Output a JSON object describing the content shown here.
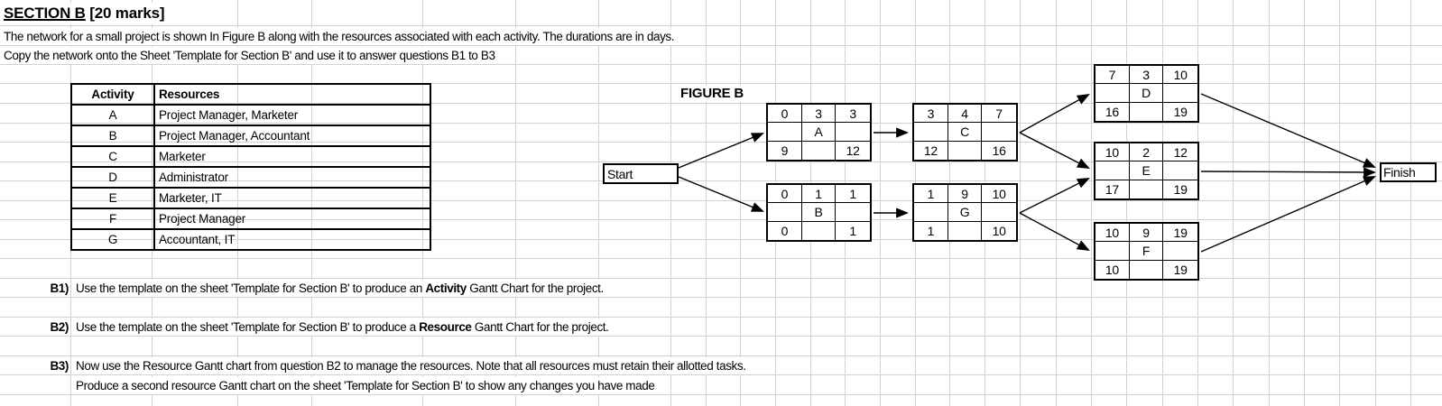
{
  "header": {
    "title_main": "SECTION B",
    "title_suffix": " [20 marks]",
    "line1": "The network for a small project is shown In Figure B along with the resources associated with each activity. The durations are in days.",
    "line2": "Copy the network onto the Sheet 'Template for Section B' and use it to answer questions B1 to B3"
  },
  "resource_table": {
    "headers": [
      "Activity",
      "Resources"
    ],
    "rows": [
      {
        "activity": "A",
        "resources": "Project Manager, Marketer"
      },
      {
        "activity": "B",
        "resources": "Project Manager, Accountant"
      },
      {
        "activity": "C",
        "resources": "Marketer"
      },
      {
        "activity": "D",
        "resources": "Administrator"
      },
      {
        "activity": "E",
        "resources": "Marketer, IT"
      },
      {
        "activity": "F",
        "resources": "Project Manager"
      },
      {
        "activity": "G",
        "resources": "Accountant, IT"
      }
    ]
  },
  "figure": {
    "label": "FIGURE B",
    "start_label": "Start",
    "finish_label": "Finish",
    "nodes": [
      {
        "id": "A",
        "cells": [
          [
            "0",
            "3",
            "3"
          ],
          [
            "",
            "A",
            ""
          ],
          [
            "9",
            "",
            "12"
          ]
        ]
      },
      {
        "id": "B",
        "cells": [
          [
            "0",
            "1",
            "1"
          ],
          [
            "",
            "B",
            ""
          ],
          [
            "0",
            "",
            "1"
          ]
        ]
      },
      {
        "id": "C",
        "cells": [
          [
            "3",
            "4",
            "7"
          ],
          [
            "",
            "C",
            ""
          ],
          [
            "12",
            "",
            "16"
          ]
        ]
      },
      {
        "id": "G",
        "cells": [
          [
            "1",
            "9",
            "10"
          ],
          [
            "",
            "G",
            ""
          ],
          [
            "1",
            "",
            "10"
          ]
        ]
      },
      {
        "id": "D",
        "cells": [
          [
            "7",
            "3",
            "10"
          ],
          [
            "",
            "D",
            ""
          ],
          [
            "16",
            "",
            "19"
          ]
        ]
      },
      {
        "id": "E",
        "cells": [
          [
            "10",
            "2",
            "12"
          ],
          [
            "",
            "E",
            ""
          ],
          [
            "17",
            "",
            "19"
          ]
        ]
      },
      {
        "id": "F",
        "cells": [
          [
            "10",
            "9",
            "19"
          ],
          [
            "",
            "F",
            ""
          ],
          [
            "10",
            "",
            "19"
          ]
        ]
      }
    ],
    "edges": [
      {
        "from": "Start",
        "to": "A"
      },
      {
        "from": "Start",
        "to": "B"
      },
      {
        "from": "A",
        "to": "C"
      },
      {
        "from": "B",
        "to": "G"
      },
      {
        "from": "C",
        "to": "D"
      },
      {
        "from": "C",
        "to": "E"
      },
      {
        "from": "G",
        "to": "E"
      },
      {
        "from": "G",
        "to": "F"
      },
      {
        "from": "D",
        "to": "Finish"
      },
      {
        "from": "E",
        "to": "Finish"
      },
      {
        "from": "F",
        "to": "Finish"
      }
    ]
  },
  "questions": [
    {
      "label": "B1)",
      "segments": [
        {
          "text": "Use the template on the sheet 'Template for Section B' to produce an "
        },
        {
          "text": "Activity",
          "bold": true
        },
        {
          "text": " Gantt Chart for the project."
        }
      ]
    },
    {
      "label": "B2)",
      "segments": [
        {
          "text": "Use the template on the sheet 'Template for Section B' to produce a "
        },
        {
          "text": "Resource",
          "bold": true
        },
        {
          "text": " Gantt Chart for the project."
        }
      ]
    },
    {
      "label": "B3)",
      "segments": [
        {
          "text": "Now use the Resource Gantt chart from question B2 to manage the resources. Note that all resources must retain their allotted tasks."
        }
      ],
      "line2": "Produce a second resource Gantt chart on the sheet 'Template for Section B' to show any changes you have made"
    }
  ],
  "colors": {
    "grid_line": "#d2d2d2",
    "border": "#000000",
    "text": "#000000",
    "background": "#ffffff"
  }
}
